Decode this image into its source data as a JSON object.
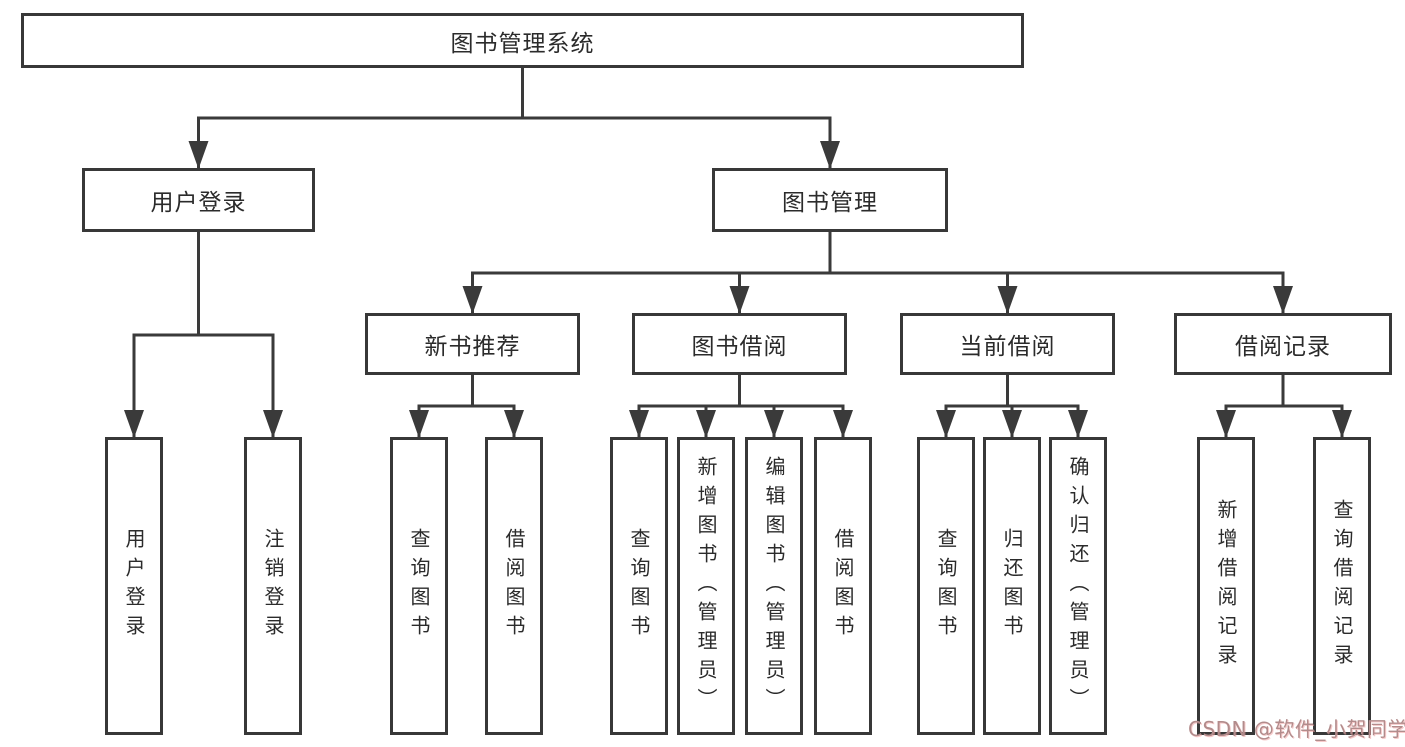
{
  "diagram": {
    "type": "hierarchy-tree",
    "watermark": {
      "text": "CSDN @软件_小贺同学"
    },
    "colors": {
      "line": "#3a3a3a",
      "box_border": "#383838",
      "text": "#2b2b2b",
      "background": "#ffffff",
      "watermark": "#b28c8c"
    },
    "tree": {
      "label": "图书管理系统",
      "children": [
        {
          "label": "用户登录",
          "children": [
            {
              "label": "用户登录"
            },
            {
              "label": "注销登录"
            }
          ]
        },
        {
          "label": "图书管理",
          "children": [
            {
              "label": "新书推荐",
              "children": [
                {
                  "label": "查询图书"
                },
                {
                  "label": "借阅图书"
                }
              ]
            },
            {
              "label": "图书借阅",
              "children": [
                {
                  "label": "查询图书"
                },
                {
                  "label": "新增图书（管理员）"
                },
                {
                  "label": "编辑图书（管理员）"
                },
                {
                  "label": "借阅图书"
                }
              ]
            },
            {
              "label": "当前借阅",
              "children": [
                {
                  "label": "查询图书"
                },
                {
                  "label": "归还图书"
                },
                {
                  "label": "确认归还（管理员）"
                }
              ]
            },
            {
              "label": "借阅记录",
              "children": [
                {
                  "label": "新增借阅记录"
                },
                {
                  "label": "查询借阅记录"
                }
              ]
            }
          ]
        }
      ]
    }
  }
}
